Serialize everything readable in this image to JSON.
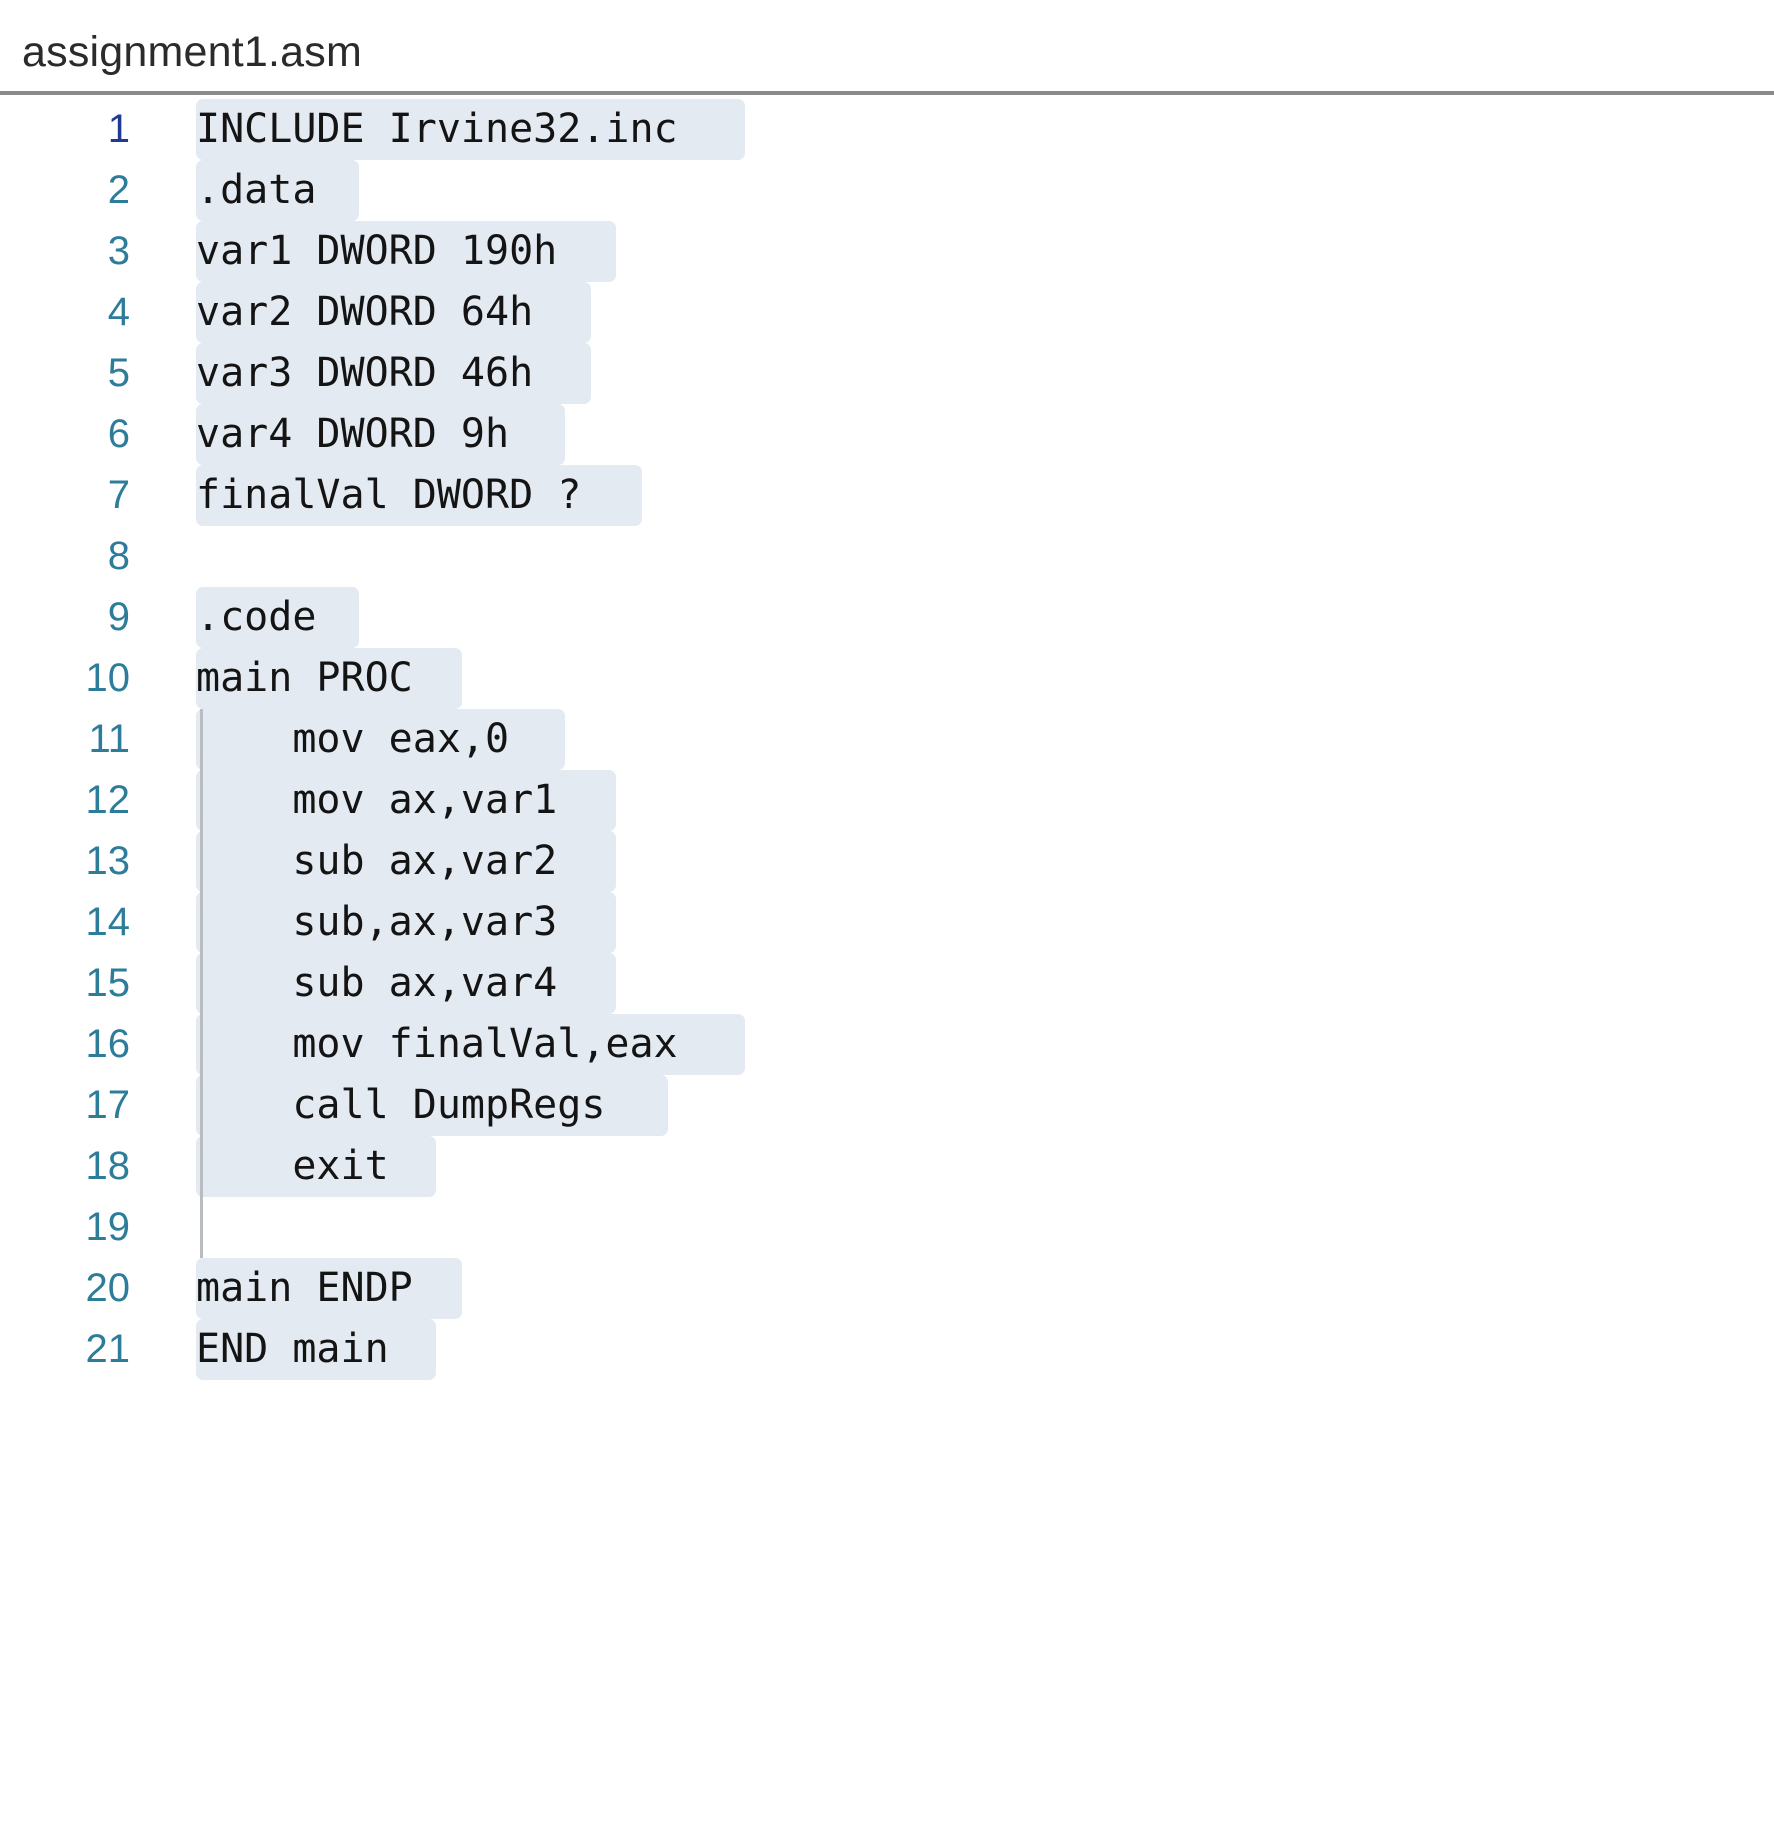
{
  "header": {
    "file_title": "assignment1.asm"
  },
  "editor": {
    "language": "masm-assembly",
    "colors": {
      "selection_highlight": "#e4eaf1",
      "line_number": "#2d7d9a",
      "line_number_active": "#1f3a93",
      "code_text": "#141414",
      "title_text": "#2b2b2b",
      "header_rule": "#8a8a8a",
      "indent_guide": "#b9bdc1",
      "background": "#ffffff"
    },
    "lines": [
      {
        "number": "1",
        "text": "INCLUDE Irvine32.inc"
      },
      {
        "number": "2",
        "text": ".data"
      },
      {
        "number": "3",
        "text": "var1 DWORD 190h"
      },
      {
        "number": "4",
        "text": "var2 DWORD 64h"
      },
      {
        "number": "5",
        "text": "var3 DWORD 46h"
      },
      {
        "number": "6",
        "text": "var4 DWORD 9h"
      },
      {
        "number": "7",
        "text": "finalVal DWORD ?"
      },
      {
        "number": "8",
        "text": ""
      },
      {
        "number": "9",
        "text": ".code"
      },
      {
        "number": "10",
        "text": "main PROC"
      },
      {
        "number": "11",
        "text": "    mov eax,0"
      },
      {
        "number": "12",
        "text": "    mov ax,var1"
      },
      {
        "number": "13",
        "text": "    sub ax,var2"
      },
      {
        "number": "14",
        "text": "    sub,ax,var3"
      },
      {
        "number": "15",
        "text": "    sub ax,var4"
      },
      {
        "number": "16",
        "text": "    mov finalVal,eax"
      },
      {
        "number": "17",
        "text": "    call DumpRegs"
      },
      {
        "number": "18",
        "text": "    exit"
      },
      {
        "number": "19",
        "text": ""
      },
      {
        "number": "20",
        "text": "main ENDP"
      },
      {
        "number": "21",
        "text": "END main"
      }
    ]
  }
}
